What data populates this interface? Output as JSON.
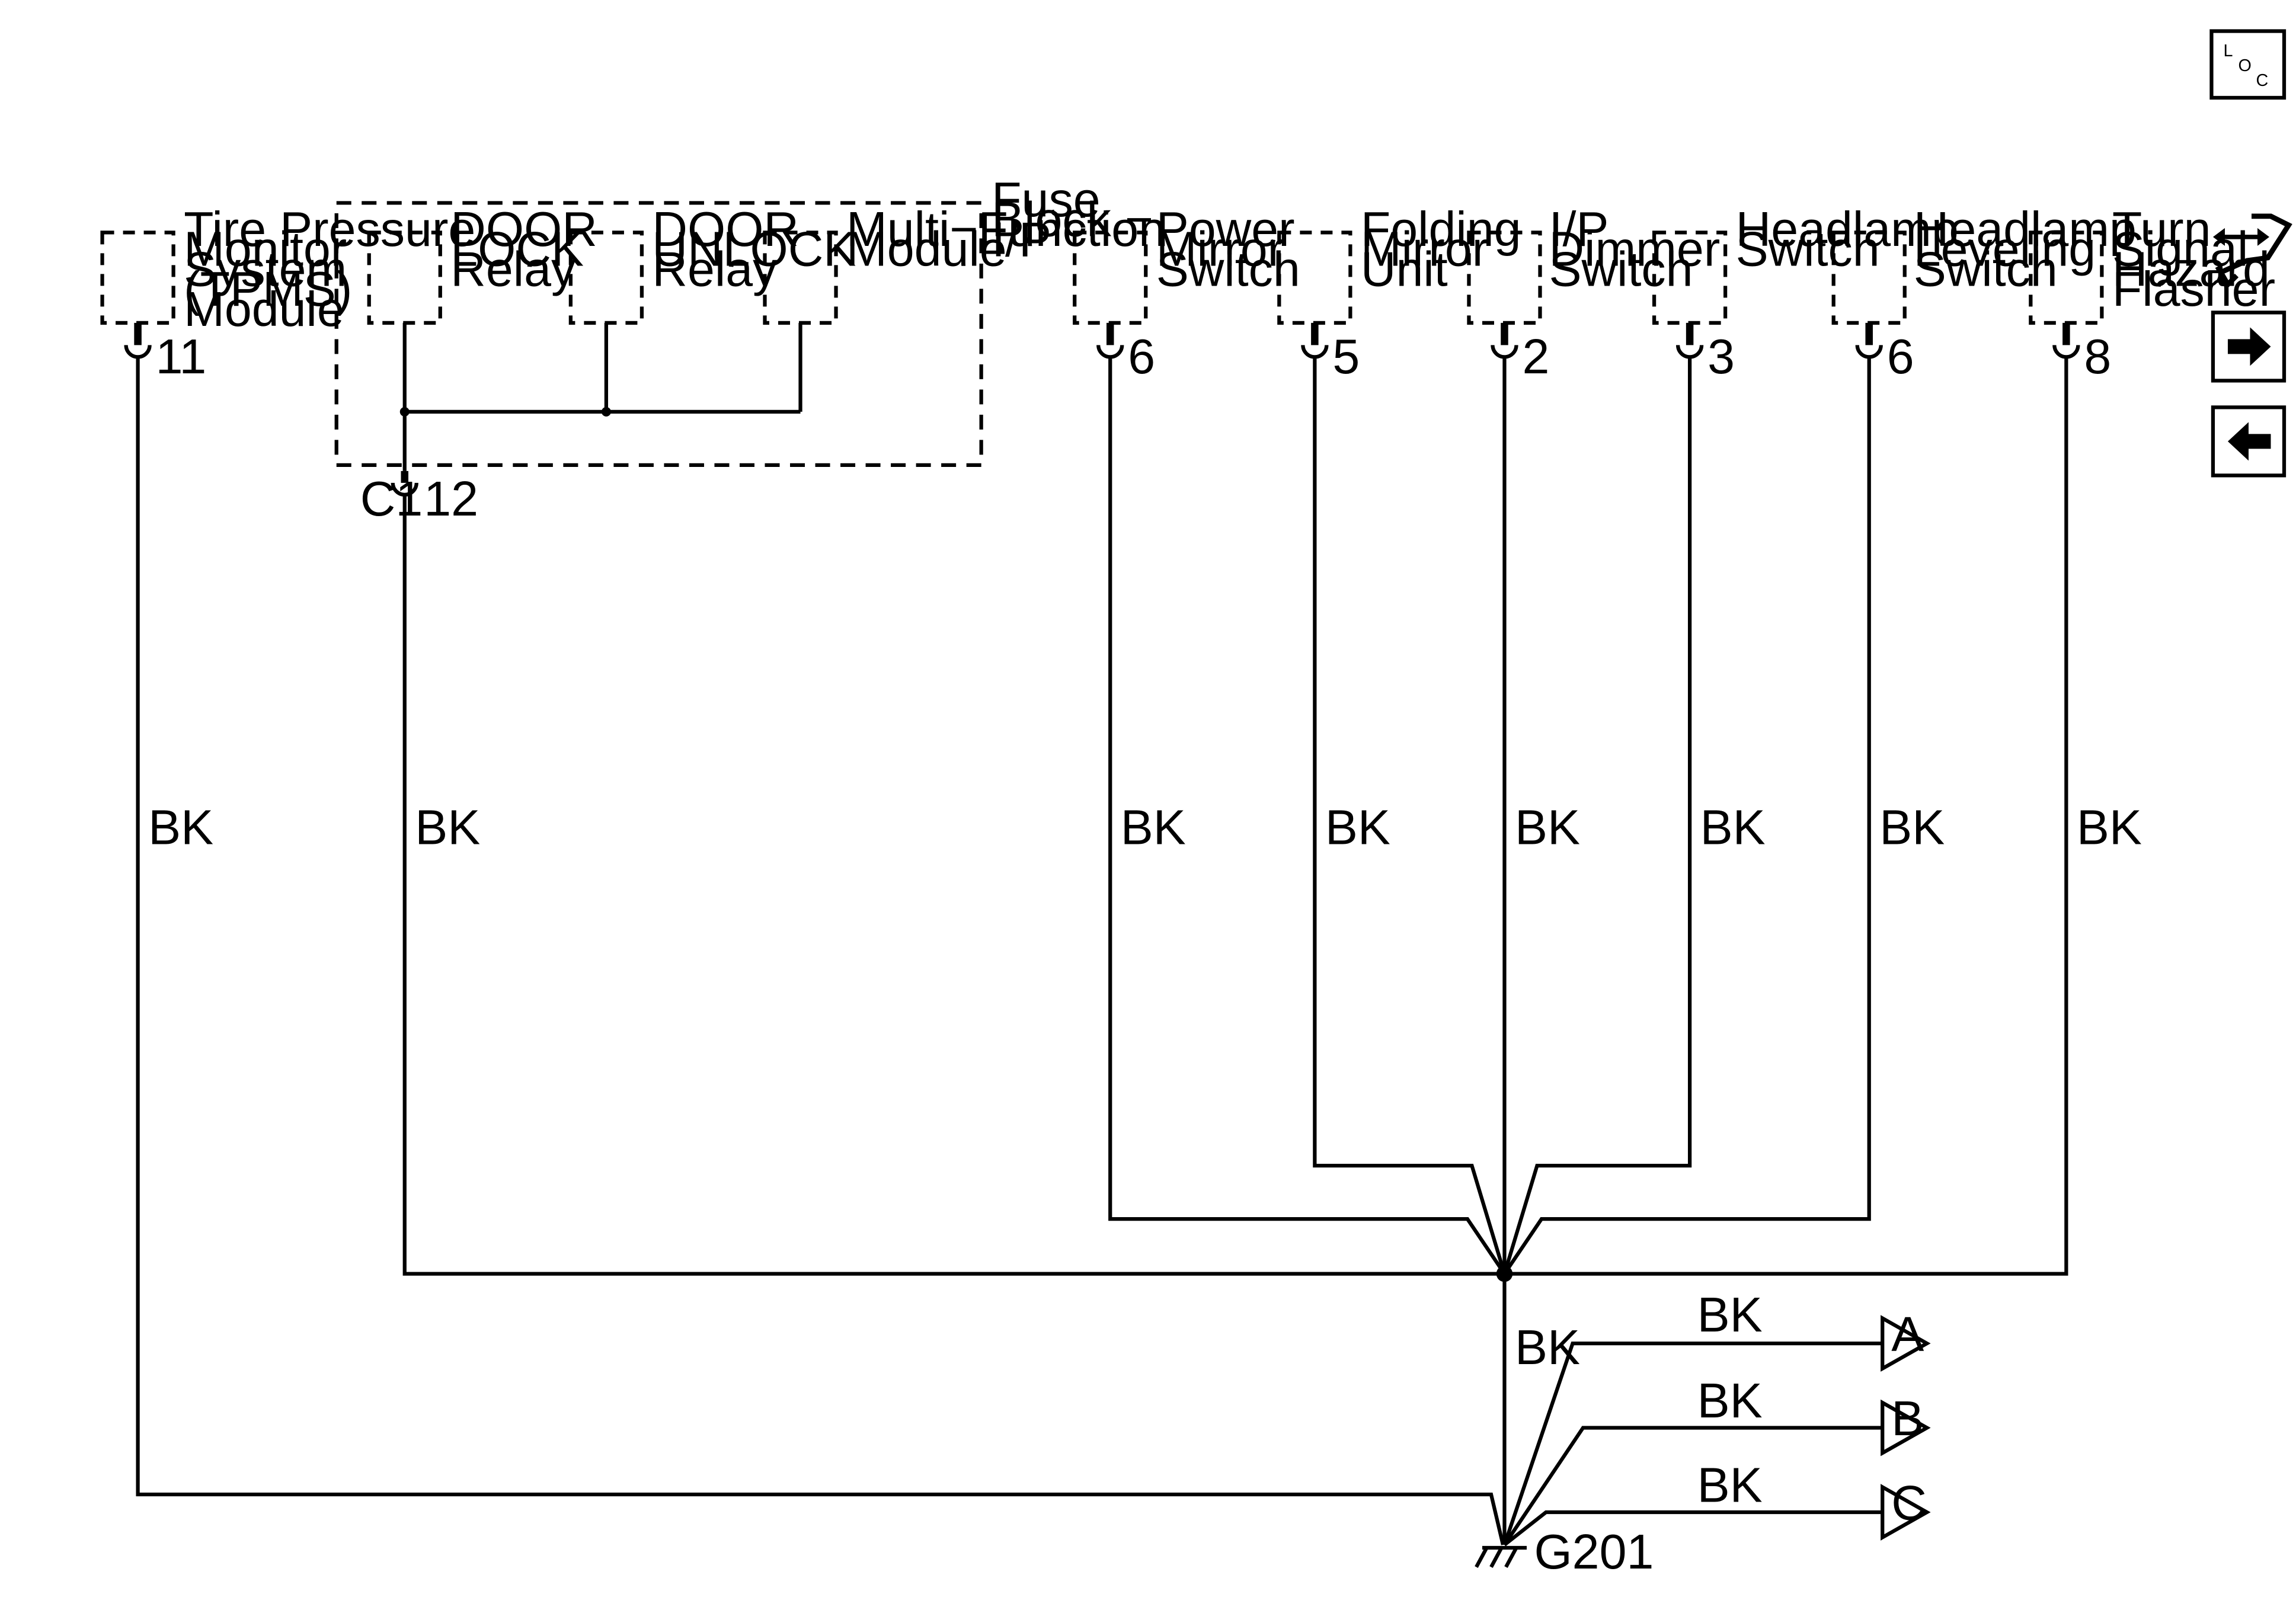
{
  "components": {
    "tpms": [
      "Tire Pressure",
      "Monitor",
      "System",
      "(TPMS)",
      "Module"
    ],
    "doorlock": [
      "DOOR",
      "LOCK",
      "Relay"
    ],
    "doorunlock": [
      "DOOR",
      "UNLOCK",
      "Relay"
    ],
    "mfm": [
      "Multi−Function",
      "Module"
    ],
    "fuseblock": [
      "Fuse",
      "Block −",
      "I/P"
    ],
    "pmirror": [
      "Power",
      "Mirror",
      "Switch"
    ],
    "fmirror": [
      "Folding",
      "Mirror",
      "Unit"
    ],
    "dimmer": [
      "I/P",
      "Dimmer",
      "Switch"
    ],
    "headlamp": [
      "Headlamp",
      "Switch"
    ],
    "leveling": [
      "Headlamp",
      "Leveling",
      "Switch"
    ],
    "turn": [
      "Turn",
      "Signal",
      "Hazard",
      "Flasher"
    ]
  },
  "pins": {
    "tpms": "11",
    "fuseblock": "12",
    "pmirror": "6",
    "fmirror": "5",
    "dimmer": "2",
    "headlamp": "3",
    "leveling": "6",
    "turn": "8"
  },
  "connector": "C1",
  "wires": {
    "tpms": "BK",
    "fuseblock": "BK",
    "pmirror": "BK",
    "fmirror": "BK",
    "dimmer": "BK",
    "headlamp": "BK",
    "leveling": "BK",
    "turn": "BK",
    "ground": "BK",
    "a": "BK",
    "b": "BK",
    "c": "BK"
  },
  "destinations": [
    "A",
    "B",
    "C"
  ],
  "ground": "G201",
  "nav": {
    "loc": [
      "L",
      "O",
      "C"
    ],
    "connector_icon": "connector-view-icon",
    "next_icon": "arrow-right-icon",
    "prev_icon": "arrow-left-icon"
  }
}
